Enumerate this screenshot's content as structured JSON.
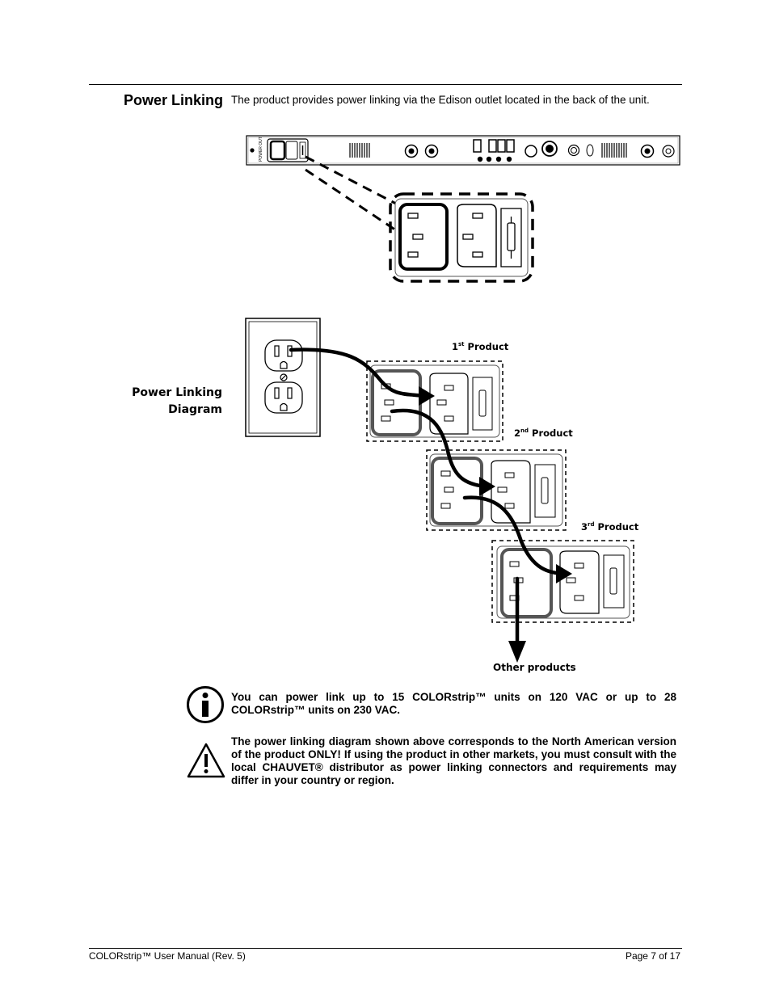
{
  "section": {
    "title": "Power Linking",
    "intro": "The product provides power linking via the Edison outlet located in the back of the unit."
  },
  "diagram": {
    "side_label_line1": "Power Linking",
    "side_label_line2": "Diagram",
    "products": [
      {
        "num": "1",
        "suffix": "st",
        "word": "Product"
      },
      {
        "num": "2",
        "suffix": "nd",
        "word": "Product"
      },
      {
        "num": "3",
        "suffix": "rd",
        "word": "Product"
      }
    ],
    "other_products": "Other products",
    "rear_panel_label": "POWER OUT"
  },
  "notes": {
    "info": "You can power link up to 15 COLORstrip™ units on 120 VAC or up to 28 COLORstrip™ units on 230 VAC.",
    "warning": "The power linking diagram shown above corresponds to the North American version of the product ONLY! If using the product in other markets, you must consult with the local CHAUVET® distributor as power linking connectors and requirements may differ in your country or region."
  },
  "footer": {
    "left": "COLORstrip™ User Manual (Rev. 5)",
    "right": "Page 7 of 17"
  }
}
